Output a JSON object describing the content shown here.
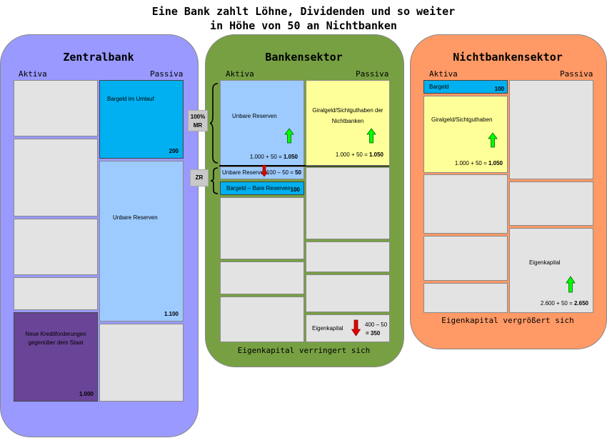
{
  "title": {
    "line1": "Eine Bank zahlt Löhne, Dividenden und so weiter",
    "line2": "in Höhe von 50 an Nichtbanken"
  },
  "zentralbank": {
    "title": "Zentralbank",
    "aktiva": "Aktiva",
    "passiva": "Passiva",
    "kredit_label": "Neue Kreditforderungen gegenüber dem Staat",
    "kredit_value": "1.000",
    "bargeld_label": "Bargeld im Umlauf",
    "bargeld_value": "200",
    "reserven_label": "Unbare Reserven",
    "reserven_value": "1.100"
  },
  "bankensektor": {
    "title": "Bankensektor",
    "aktiva": "Aktiva",
    "passiva": "Passiva",
    "mr_label": "100% MR",
    "zr_label": "ZR",
    "unbare_label": "Unbare Reserven",
    "unbare_calc": "1.000 + 50 = ",
    "unbare_result": "1.050",
    "zr_unbare_label": "Unbare Reserven",
    "zr_unbare_calc": "100 – 50 = ",
    "zr_unbare_result": "50",
    "bare_label": "Bargeld – Bare Reserven",
    "bare_value": "100",
    "giral_label": "Giralgeld/Sichtguthaben der Nichtbanken",
    "giral_calc": "1.000 + 50 = ",
    "giral_result": "1.050",
    "eigen_label": "Eigenkapital",
    "eigen_calc": "400 – 50",
    "eigen_result": "= 350",
    "footer": "Eigenkapital verringert sich"
  },
  "nichtbankensektor": {
    "title": "Nichtbankensektor",
    "aktiva": "Aktiva",
    "passiva": "Passiva",
    "bargeld_label": "Bargeld",
    "bargeld_value": "100",
    "giral_label": "Giralgeld/Sichtguthaben",
    "giral_calc": "1.000 + 50 = ",
    "giral_result": "1.050",
    "eigen_label": "Eigenkapital",
    "eigen_calc": "2.600 + 50 = ",
    "eigen_result": "2.650",
    "footer": "Eigenkapital vergrößert sich"
  },
  "colors": {
    "zentralbank_bg": "#9999ff",
    "bankensektor_bg": "#77a043",
    "nichtbanken_bg": "#ff9966",
    "up_arrow": "#00ff00",
    "down_arrow": "#e00000"
  },
  "icons": [
    "arrow-up-icon",
    "arrow-down-icon",
    "brace-icon"
  ]
}
